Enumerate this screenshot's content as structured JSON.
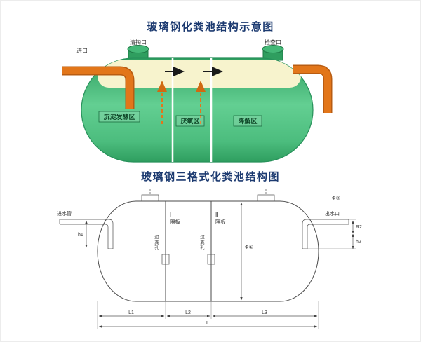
{
  "page": {
    "bg": "#ffffff"
  },
  "schematic": {
    "title": "玻璃钢化粪池结构示意图",
    "labels": {
      "inlet": "进口",
      "clean_port": "清掏口",
      "inspection_port": "检查口"
    },
    "zones": {
      "zone1": "沉淀发酵区",
      "zone2": "厌氧区",
      "zone3": "降解区"
    },
    "colors": {
      "green_dark": "#2f9e5f",
      "green": "#4cbd7e",
      "green_light": "#63cf92",
      "cream": "#f7f3cd",
      "orange": "#e2761a",
      "orange_dark": "#b85c12"
    }
  },
  "structure": {
    "title": "玻璃钢三格式化粪池结构图",
    "labels": {
      "inlet_pipe": "进水管",
      "outlet_pipe": "出水口",
      "baffle1_num": "Ⅰ",
      "baffle1": "隔板",
      "baffle2_num": "Ⅱ",
      "baffle2": "隔板",
      "hole1": "过粪孔",
      "hole2": "过粪孔",
      "phi_center": "Φ①",
      "phi_outlet": "Φ②",
      "dim_h1": "h1",
      "dim_r2": "R2",
      "dim_h2": "h2",
      "dim_l1": "L1",
      "dim_l2": "L2",
      "dim_l3": "L3",
      "dim_l": "L"
    }
  }
}
